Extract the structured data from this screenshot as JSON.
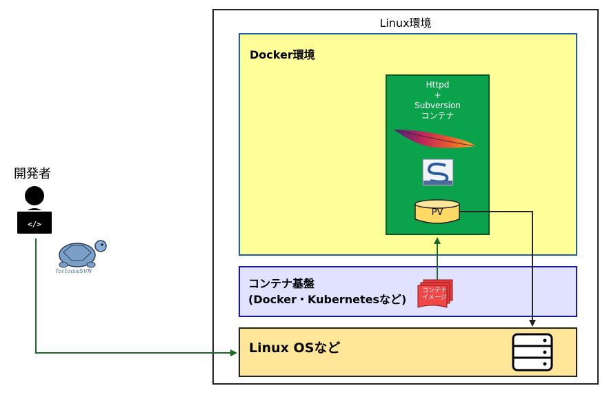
{
  "linux_env": {
    "label": "Linux環境"
  },
  "docker_env": {
    "label": "Docker環境"
  },
  "container": {
    "label_lines": [
      "Httpd",
      "+",
      "Subversion",
      "コンテナ"
    ],
    "icons": [
      "apache-feather-icon",
      "subversion-logo-icon"
    ]
  },
  "pv": {
    "label": "PV"
  },
  "platform": {
    "label_line1": "コンテナ基盤",
    "label_line2": "(Docker・Kubernetesなど)",
    "image_icon_lines": [
      "コンテナ",
      "イメージ"
    ]
  },
  "os": {
    "label": "Linux OSなど",
    "icon": "database-server-icon"
  },
  "developer": {
    "label": "開発者",
    "icon": "developer-laptop-icon"
  },
  "tortoise": {
    "label": "TortoiseSVN",
    "icon": "tortoise-icon"
  },
  "colors": {
    "arrow_green": "#1a6a2a",
    "arrow_black": "#222222",
    "docker_bg": "#ffff99",
    "container_bg": "#0aa24a",
    "platform_bg": "#e0e2ff",
    "os_bg": "#ffe699"
  }
}
